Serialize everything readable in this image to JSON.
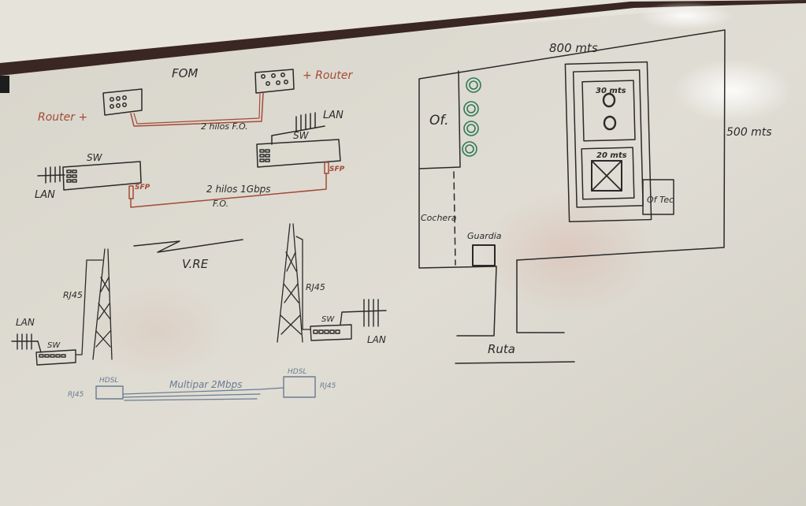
{
  "image": {
    "description_colors": {
      "board": "#dedbd1",
      "ink_black": "#2a2a2a",
      "ink_red": "#a44a36",
      "ink_green": "#2f7a55",
      "ink_blue_gray": "#6a7c92",
      "frame": "#3a2622"
    }
  },
  "left_diagram": {
    "fom": "FOM",
    "router_plus_left": "Router +",
    "plus_router_right": "+ Router",
    "two_threads_fo_top": "2 hilos F.O.",
    "lan_top_right": "LAN",
    "sw_top_right": "SW",
    "sw_left": "SW",
    "lan_left": "LAN",
    "sfp_left": "SFP",
    "sfp_right": "SFP",
    "two_threads_gbps": "2 hilos 1Gbps",
    "fo_bottom": "F.O.",
    "vre": "V.RE",
    "rj45_left": "RJ45",
    "rj45_right": "RJ45",
    "lan_lower_left": "LAN",
    "sw_lower_left": "SW",
    "sw_lower_right": "SW",
    "lan_lower_right": "LAN",
    "hdsl_left": "HDSL",
    "hdsl_right": "HDSL",
    "rj45_bottom_left": "RJ45",
    "rj45_bottom_right": "RJ45",
    "multipar": "Multipar 2Mbps"
  },
  "right_diagram": {
    "width_label": "800 mts",
    "height_label": "500 mts",
    "office": "Of.",
    "garage": "Cochera",
    "guard": "Guardia",
    "route": "Ruta",
    "tank_30": "30 mts",
    "tank_20": "20 mts",
    "office_tec": "Of Tec"
  }
}
